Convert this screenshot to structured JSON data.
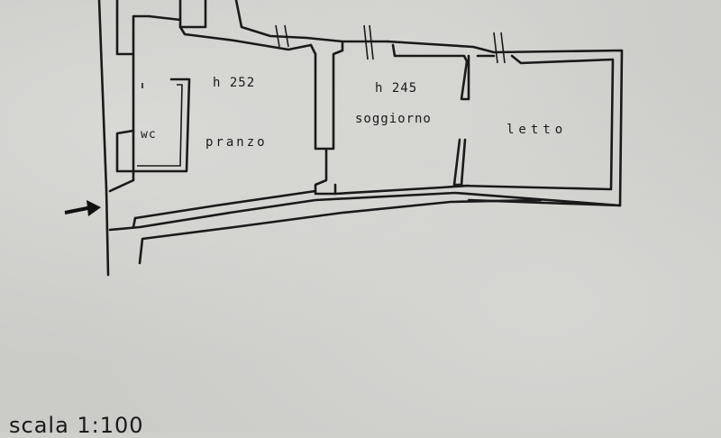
{
  "rooms": {
    "wc": "wc",
    "pranzo": "pranzo",
    "soggiorno": "soggiorno",
    "letto": "letto"
  },
  "heights": {
    "pranzo": "h 252",
    "soggiorno": "h 245"
  },
  "scale": "scala 1:100",
  "icons": {
    "entrance": "entrance-arrow-icon"
  }
}
